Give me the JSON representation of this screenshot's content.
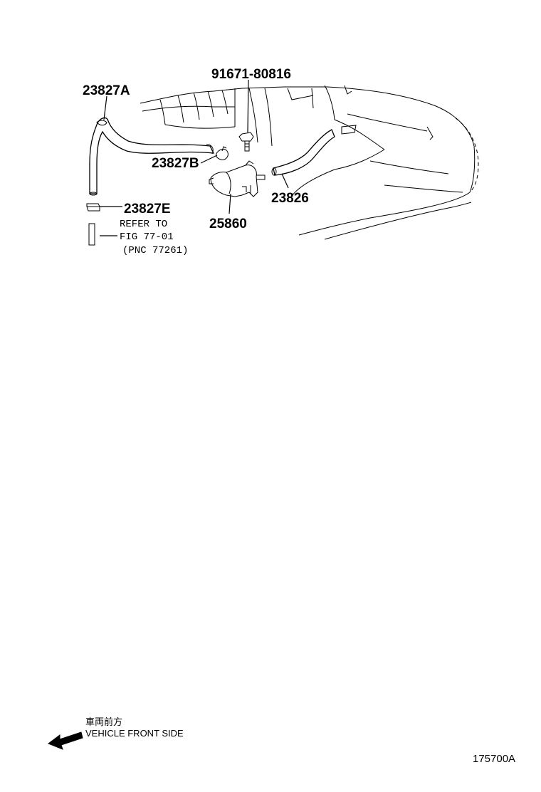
{
  "labels": {
    "part_23827A": "23827A",
    "part_91671": "91671-80816",
    "part_23827B": "23827B",
    "part_23826": "23826",
    "part_23827E": "23827E",
    "part_25860": "25860"
  },
  "reference": {
    "line1": "REFER TO",
    "line2": "FIG 77-01",
    "line3": "(PNC 77261)"
  },
  "direction": {
    "japanese": "車両前方",
    "english": "VEHICLE FRONT SIDE",
    "arrow_icon": "left-arrow-icon"
  },
  "figure_code": "175700A"
}
